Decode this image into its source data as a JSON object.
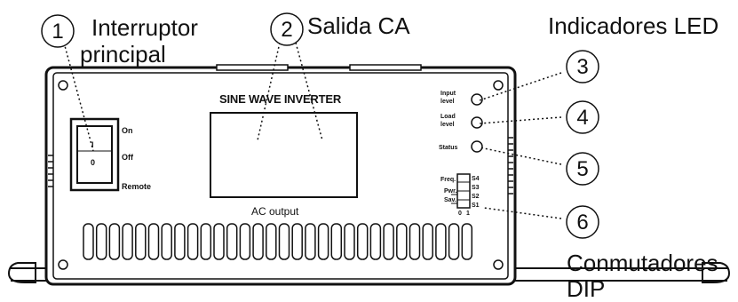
{
  "callouts": {
    "c1": {
      "number": "1",
      "label_line1": "Interruptor",
      "label_line2": "principal"
    },
    "c2": {
      "number": "2",
      "label": "Salida CA"
    },
    "c3": {
      "number": "3",
      "label": "Indicadores LED"
    },
    "c4": {
      "number": "4"
    },
    "c5": {
      "number": "5"
    },
    "c6": {
      "number": "6",
      "label_line1": "Conmutadores",
      "label_line2": "DIP"
    }
  },
  "panel": {
    "title": "SINE WAVE INVERTER",
    "ac_output_label": "AC output",
    "switch": {
      "on": "On",
      "off": "Off",
      "remote": "Remote",
      "symbol_on": "I",
      "symbol_off": "0"
    },
    "leds": {
      "input_line1": "Input",
      "input_line2": "level",
      "load_line1": "Load",
      "load_line2": "level",
      "status": "Status"
    },
    "dip": {
      "freq": "Freq.",
      "pwr": "Pwr.",
      "sav": "Sav.",
      "s4": "S4",
      "s3": "S3",
      "s2": "S2",
      "s1": "S1",
      "zero": "0",
      "one": "1"
    }
  },
  "colors": {
    "line": "#111111",
    "background": "#ffffff"
  }
}
